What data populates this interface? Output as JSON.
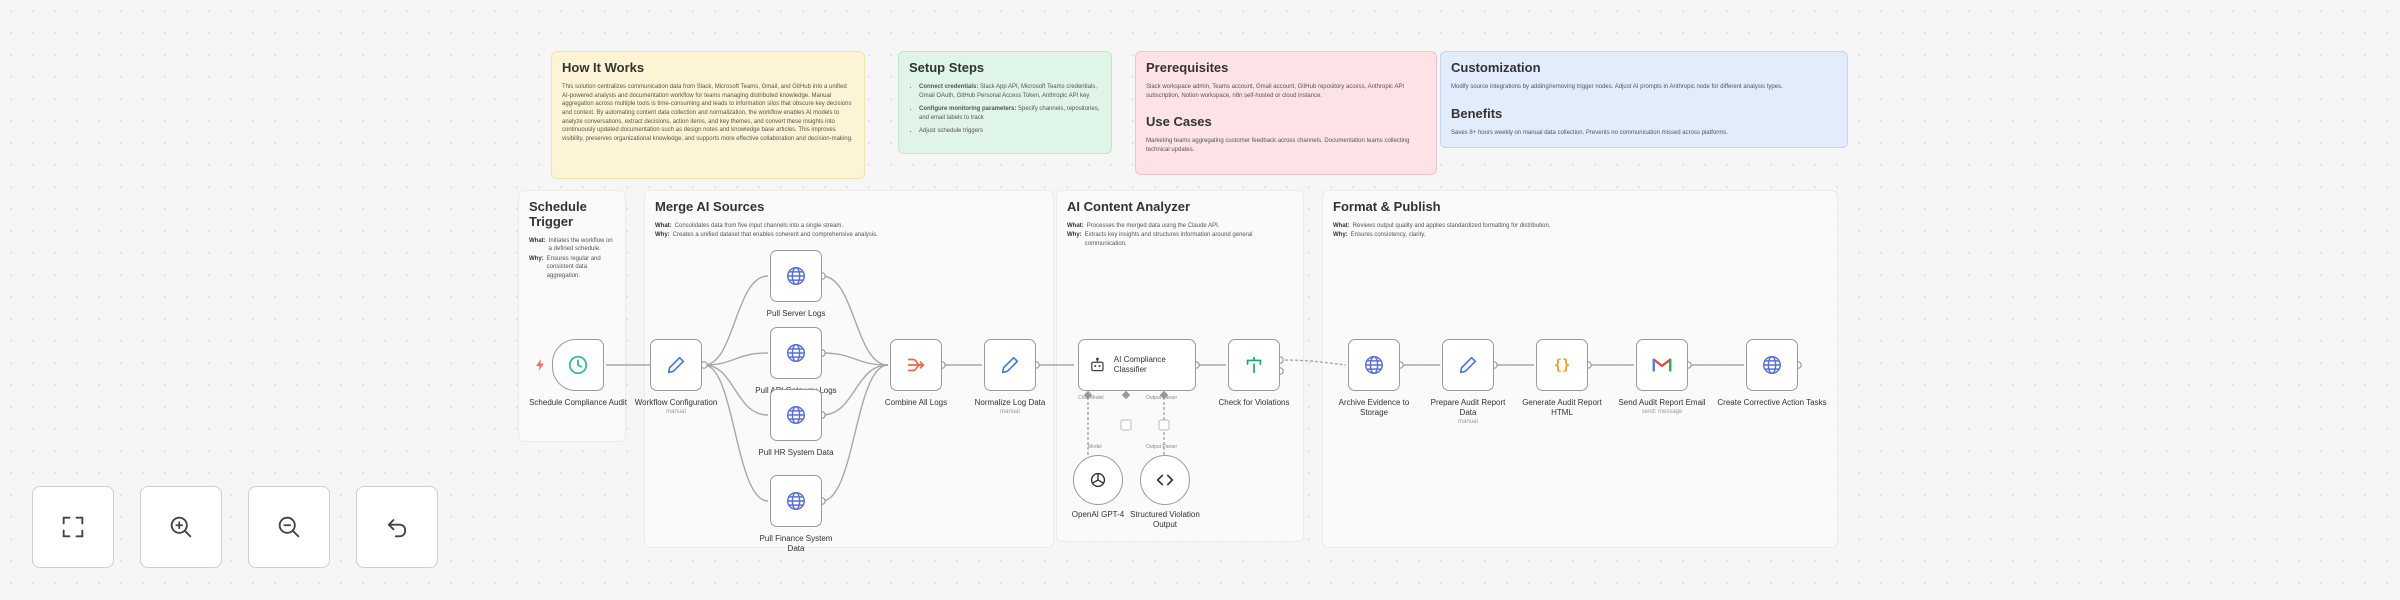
{
  "notes": {
    "how_it_works": {
      "title": "How It Works",
      "body": "This solution centralizes communication data from Slack, Microsoft Teams, Gmail, and GitHub into a unified AI-powered analysis and documentation workflow for teams managing distributed knowledge. Manual aggregation across multiple tools is time-consuming and leads to information silos that obscure key decisions and context. By automating content data collection and normalization, the workflow enables AI models to analyze conversations, extract decisions, action items, and key themes, and convert these insights into continuously updated documentation such as design notes and knowledge base articles. This improves visibility, preserves organizational knowledge, and supports more effective collaboration and decision-making."
    },
    "setup_steps": {
      "title": "Setup Steps",
      "items": [
        {
          "label": "Connect credentials:",
          "text": "Slack App API, Microsoft Teams credentials, Gmail OAuth, GitHub Personal Access Token, Anthropic API key"
        },
        {
          "label": "Configure monitoring parameters:",
          "text": "Specify channels, repositories, and email labels to track"
        },
        {
          "label": "",
          "text": "Adjust schedule triggers"
        }
      ]
    },
    "prerequisites": {
      "title": "Prerequisites",
      "body": "Slack workspace admin, Teams account, Gmail account, GitHub repository access, Anthropic API subscription, Notion workspace, n8n self-hosted or cloud instance."
    },
    "use_cases": {
      "title": "Use Cases",
      "body": "Marketing teams aggregating customer feedback across channels. Documentation teams collecting technical updates."
    },
    "customization": {
      "title": "Customization",
      "body": "Modify source integrations by adding/removing trigger nodes. Adjust AI prompts in Anthropic node for different analysis types."
    },
    "benefits": {
      "title": "Benefits",
      "body": "Saves 8+ hours weekly on manual data collection. Prevents no communication missed across platforms."
    }
  },
  "groups": {
    "schedule": {
      "title": "Schedule Trigger",
      "what_label": "What:",
      "what": "Initiates the workflow on a defined schedule.",
      "why_label": "Why:",
      "why": "Ensures regular and consistent data aggregation."
    },
    "merge": {
      "title": "Merge AI Sources",
      "what_label": "What:",
      "what": "Consolidates data from five input channels into a single stream.",
      "why_label": "Why:",
      "why": "Creates a unified dataset that enables coherent and comprehensive analysis."
    },
    "ai": {
      "title": "AI Content Analyzer",
      "what_label": "What:",
      "what": "Processes the merged data using the Claude API.",
      "why_label": "Why:",
      "why": "Extracts key insights and structures information around general communication."
    },
    "format": {
      "title": "Format & Publish",
      "what_label": "What:",
      "what": "Reviews output quality and applies standardized formatting for distribution.",
      "why_label": "Why:",
      "why": "Ensures consistency, clarity."
    }
  },
  "nodes": {
    "schedule": {
      "label": "Schedule Compliance Audit"
    },
    "workflow_config": {
      "label": "Workflow Configuration",
      "sub": "manual"
    },
    "server_logs": {
      "label": "Pull Server Logs"
    },
    "api_logs": {
      "label": "Pull API Gateway Logs"
    },
    "hr_data": {
      "label": "Pull HR System Data"
    },
    "finance_data": {
      "label": "Pull Finance System Data"
    },
    "combine": {
      "label": "Combine All Logs"
    },
    "normalize": {
      "label": "Normalize Log Data",
      "sub": "manual"
    },
    "classifier": {
      "label": "AI Compliance Classifier",
      "port_chat": "Chat Model",
      "port_parser": "Output Parser"
    },
    "violations": {
      "label": "Check for Violations"
    },
    "archive": {
      "label": "Archive Evidence to Storage"
    },
    "prepare": {
      "label": "Prepare Audit Report Data",
      "sub": "manual"
    },
    "html": {
      "label": "Generate Audit Report HTML"
    },
    "email": {
      "label": "Send Audit Report Email",
      "sub": "send: message"
    },
    "corrective": {
      "label": "Create Corrective Action Tasks"
    },
    "openai": {
      "label": "OpenAI GPT-4",
      "port": "Model"
    },
    "parser": {
      "label": "Structured Violation Output",
      "port": "Output Parser"
    }
  },
  "icons": {
    "clock": "clock-icon",
    "pencil": "pencil-icon",
    "globe": "globe-icon",
    "merge": "merge-icon",
    "robot": "robot-icon",
    "switch": "switch-icon",
    "code": "code-icon",
    "gmail": "gmail-icon",
    "openai": "openai-icon",
    "braces": "braces-icon"
  },
  "colors": {
    "trigger": "#ff6d5a",
    "accent": "#4a78d1",
    "merge": "#e8684a",
    "gmail_red": "#ea4335"
  }
}
